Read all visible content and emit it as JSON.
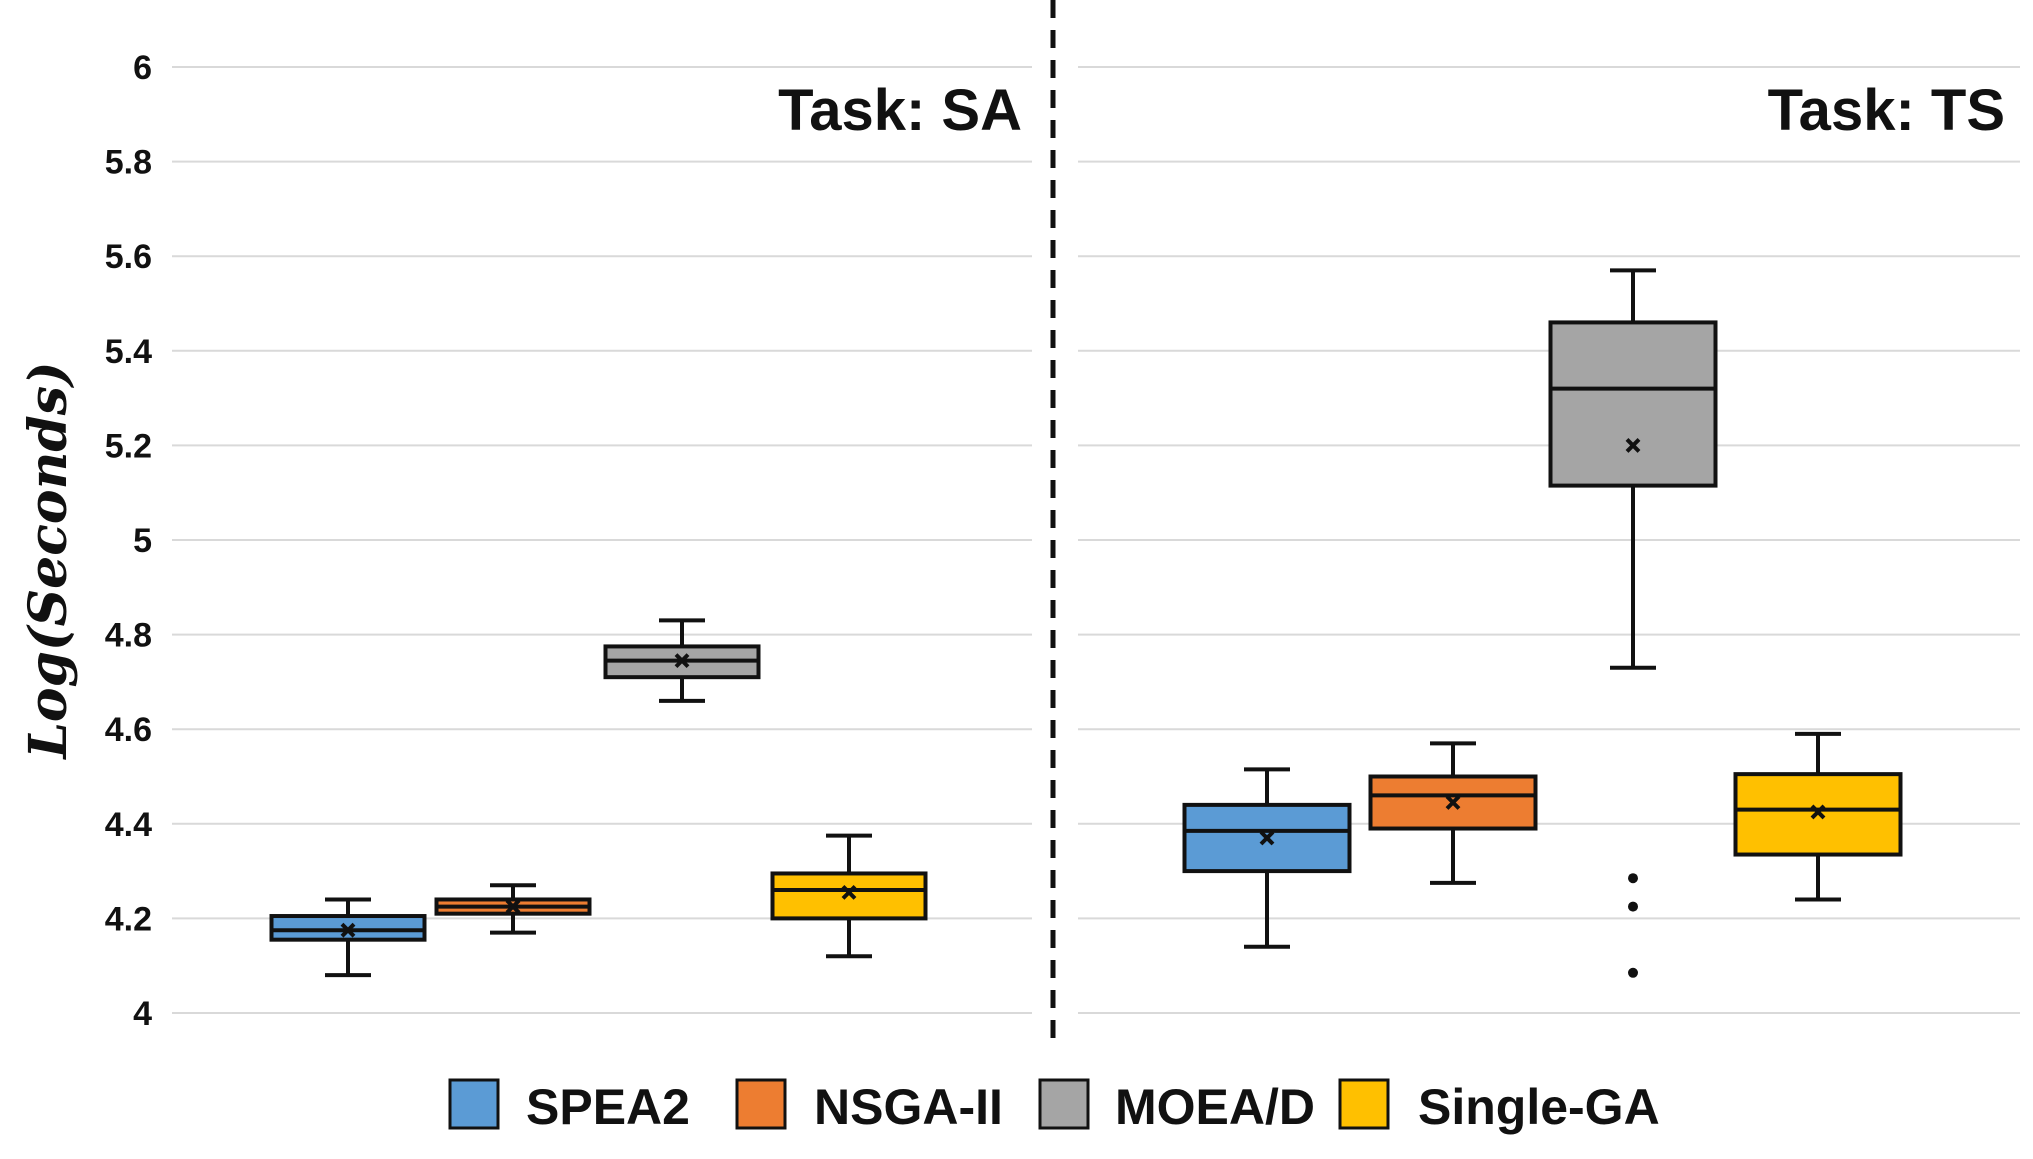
{
  "chart_data": [
    {
      "type": "box",
      "title": "Task: SA",
      "ylabel": "Log(Seconds)",
      "ylim": [
        4,
        6
      ],
      "yticks": [
        {
          "value": 4,
          "label": "4"
        },
        {
          "value": 4.2,
          "label": "4.2"
        },
        {
          "value": 4.4,
          "label": "4.4"
        },
        {
          "value": 4.6,
          "label": "4.6"
        },
        {
          "value": 4.8,
          "label": "4.8"
        },
        {
          "value": 5,
          "label": "5"
        },
        {
          "value": 5.2,
          "label": "5.2"
        },
        {
          "value": 5.4,
          "label": "5.4"
        },
        {
          "value": 5.6,
          "label": "5.6"
        },
        {
          "value": 5.8,
          "label": "5.8"
        },
        {
          "value": 6,
          "label": "6"
        }
      ],
      "grid": true,
      "series": [
        {
          "name": "SPEA2",
          "min": 4.08,
          "q1": 4.155,
          "median": 4.175,
          "q3": 4.205,
          "max": 4.24,
          "mean": 4.175,
          "outliers": []
        },
        {
          "name": "NSGA-II",
          "min": 4.17,
          "q1": 4.21,
          "median": 4.225,
          "q3": 4.24,
          "max": 4.27,
          "mean": 4.225,
          "outliers": []
        },
        {
          "name": "MOEA/D",
          "min": 4.66,
          "q1": 4.71,
          "median": 4.745,
          "q3": 4.775,
          "max": 4.83,
          "mean": 4.745,
          "outliers": []
        },
        {
          "name": "Single-GA",
          "min": 4.12,
          "q1": 4.2,
          "median": 4.26,
          "q3": 4.295,
          "max": 4.375,
          "mean": 4.255,
          "outliers": []
        }
      ]
    },
    {
      "type": "box",
      "title": "Task: TS",
      "ylim": [
        4,
        6
      ],
      "grid": true,
      "series": [
        {
          "name": "SPEA2",
          "min": 4.14,
          "q1": 4.3,
          "median": 4.385,
          "q3": 4.44,
          "max": 4.515,
          "mean": 4.37,
          "outliers": []
        },
        {
          "name": "NSGA-II",
          "min": 4.275,
          "q1": 4.39,
          "median": 4.46,
          "q3": 4.5,
          "max": 4.57,
          "mean": 4.445,
          "outliers": []
        },
        {
          "name": "MOEA/D",
          "min": 4.73,
          "q1": 5.115,
          "median": 5.32,
          "q3": 5.46,
          "max": 5.57,
          "mean": 5.2,
          "outliers": [
            4.285,
            4.225,
            4.085
          ]
        },
        {
          "name": "Single-GA",
          "min": 4.24,
          "q1": 4.335,
          "median": 4.43,
          "q3": 4.505,
          "max": 4.59,
          "mean": 4.425,
          "outliers": []
        }
      ]
    }
  ],
  "legend": {
    "placement": "bottom",
    "items": [
      {
        "label": "SPEA2",
        "color": "#5b9bd5"
      },
      {
        "label": "NSGA-II",
        "color": "#ed7d31"
      },
      {
        "label": "MOEA/D",
        "color": "#a5a5a5"
      },
      {
        "label": "Single-GA",
        "color": "#ffc000"
      }
    ]
  },
  "colors": {
    "grid": "#d9d9d9",
    "stroke": "#111111",
    "divider": "#111111"
  }
}
